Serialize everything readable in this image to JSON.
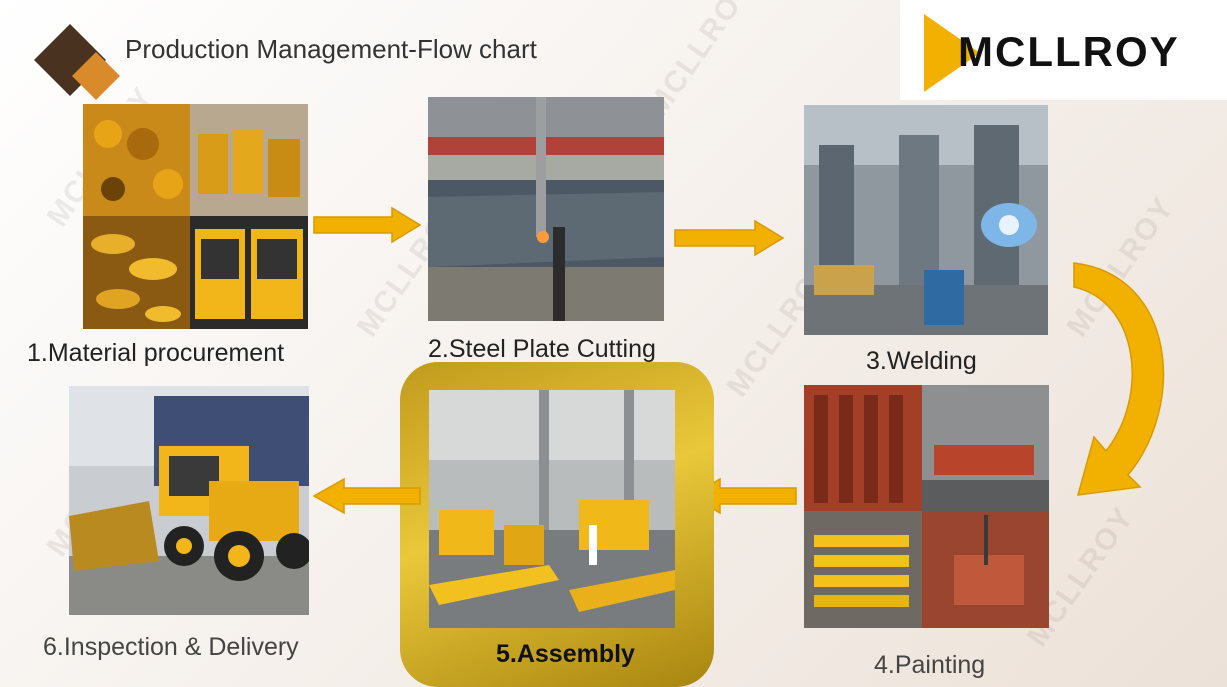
{
  "header": {
    "title": "Production Management-Flow chart"
  },
  "brand": {
    "logo_text": "MCLLROY",
    "watermark": "MCLLROY"
  },
  "steps": [
    {
      "label": "1.Material procurement"
    },
    {
      "label": "2.Steel Plate Cutting"
    },
    {
      "label": "3.Welding"
    },
    {
      "label": "4.Painting"
    },
    {
      "label": "5.Assembly"
    },
    {
      "label": "6.Inspection & Delivery"
    }
  ],
  "colors": {
    "accent": "#F2B100",
    "arrow_stroke": "#D89A00",
    "dark_brown": "#4A3220",
    "orange": "#D98A2B",
    "highlight_gold": "#D7B22C"
  }
}
